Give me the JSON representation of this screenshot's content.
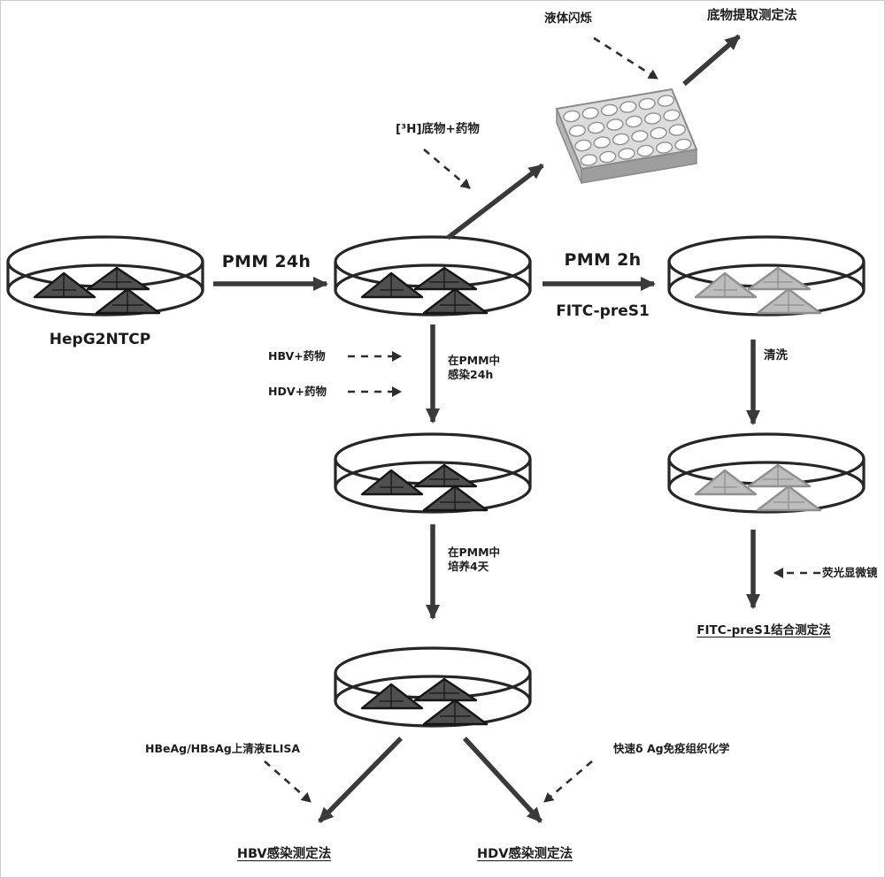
{
  "diagram": {
    "labels": {
      "liquid_scintillation": "液体闪烁",
      "substrate_extraction_assay": "底物提取测定法",
      "h3_substrate_drug": "[³H]底物+药物",
      "pmm_24h": "PMM 24h",
      "hepg2ntcp": "HepG2NTCP",
      "pmm_2h": "PMM 2h",
      "fitc_pres1": "FITC-preS1",
      "wash": "清洗",
      "hbv_drug": "HBV+药物",
      "hdv_drug": "HDV+药物",
      "infect_in_pmm_line1": "在PMM中",
      "infect_in_pmm_line2": "感染24h",
      "culture_in_pmm_line1": "在PMM中",
      "culture_in_pmm_line2": "培养4天",
      "fluorescence_microscope": "荧光显微镜",
      "fitc_pres1_binding_assay": "FITC-preS1结合测定法",
      "hbeag_hbsag_supernatant_elisa": "HBeAg/HBsAg上清液ELISA",
      "rapid_delta_ag_ihc": "快速δ Ag免疫组织化学",
      "hbv_infection_assay": "HBV感染测定法",
      "hdv_infection_assay": "HDV感染测定法"
    },
    "colors": {
      "arrow": "#3a3a3a",
      "dashed_arrow": "#2e2e2e",
      "dish_outline": "#262626",
      "cells_dark": "#4f4f4f",
      "cells_light": "#bdbdbd",
      "plate_top": "#dcdcdc",
      "plate_front": "#9e9e9e"
    }
  }
}
